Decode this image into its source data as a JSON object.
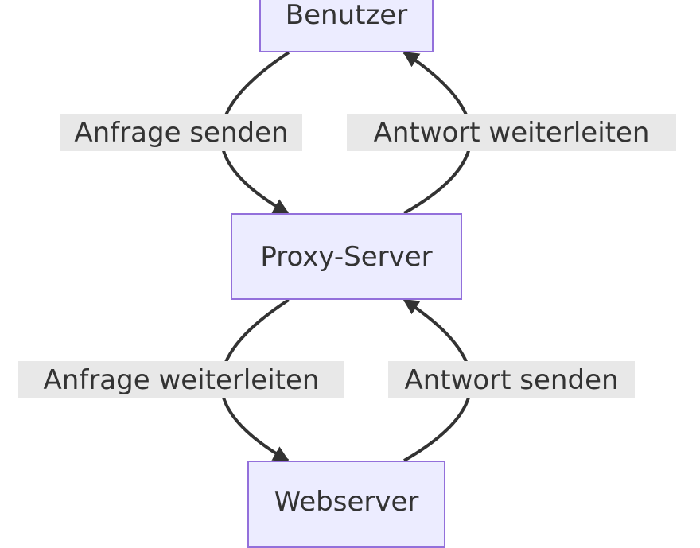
{
  "nodes": {
    "user": "Benutzer",
    "proxy": "Proxy-Server",
    "webserver": "Webserver"
  },
  "edges": {
    "send_request": "Anfrage senden",
    "forward_response": "Antwort weiterleiten",
    "forward_request": "Anfrage weiterleiten",
    "send_response": "Antwort senden"
  },
  "colors": {
    "node_fill": "#ececff",
    "node_border": "#9370db",
    "edge_stroke": "#333333",
    "label_background": "#e8e8e8",
    "text": "#333333"
  }
}
